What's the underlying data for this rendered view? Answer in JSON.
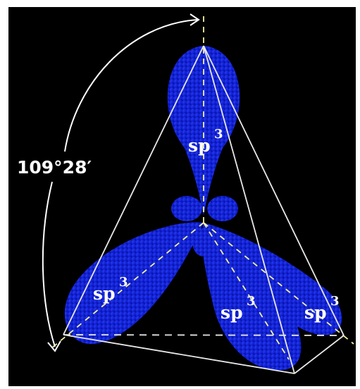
{
  "diagram": {
    "angle_label": "109°28′",
    "orbital_labels": [
      {
        "base": "sp",
        "sup": "3"
      },
      {
        "base": "sp",
        "sup": "3"
      },
      {
        "base": "sp",
        "sup": "3"
      },
      {
        "base": "sp",
        "sup": "3"
      }
    ],
    "colors": {
      "background": "#000000",
      "lobe_dark": "#0a14b8",
      "lobe_light": "#2a3cff",
      "edge_lines": "#e8e8e8",
      "axis_lines": "#f2f2a0",
      "angle_arc": "#ffffff"
    }
  }
}
